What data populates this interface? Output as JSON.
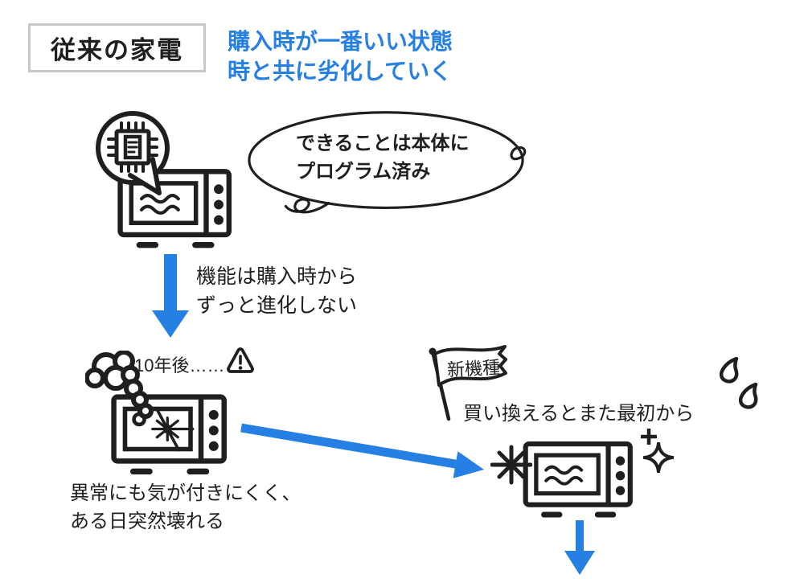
{
  "colors": {
    "accent_blue": "#2680E3",
    "ink": "#1F1F1F",
    "title_border": "#C8C8C8"
  },
  "title_box": {
    "label": "従来の家電"
  },
  "heading": {
    "line1": "購入時が一番いい状態",
    "line2": "時と共に劣化していく"
  },
  "speech_bubble": {
    "line1": "できることは本体に",
    "line2": "プログラム済み"
  },
  "arrow1_caption": {
    "line1": "機能は購入時から",
    "line2": "ずっと進化しない"
  },
  "broken_stage": {
    "age_label": "10年後……",
    "caption_line1": "異常にも気が付きにくく、",
    "caption_line2": "ある日突然壊れる"
  },
  "replacement_stage": {
    "flag_label": "新機種",
    "caption": "買い換えるとまた最初から"
  },
  "icons": {
    "chip_bubble": "chip-speech-bubble-icon",
    "microwave": "microwave-icon",
    "broken_microwave": "broken-microwave-icon",
    "new_microwave": "new-microwave-icon",
    "smoke": "smoke-cloud-icon",
    "warning": "warning-triangle-icon",
    "flag": "new-model-flag-icon",
    "sweat": "sweat-drops-icon",
    "sparkle": "sparkle-icon",
    "down_arrow": "blue-down-arrow-icon",
    "diagonal_arrow": "blue-diagonal-arrow-icon"
  }
}
